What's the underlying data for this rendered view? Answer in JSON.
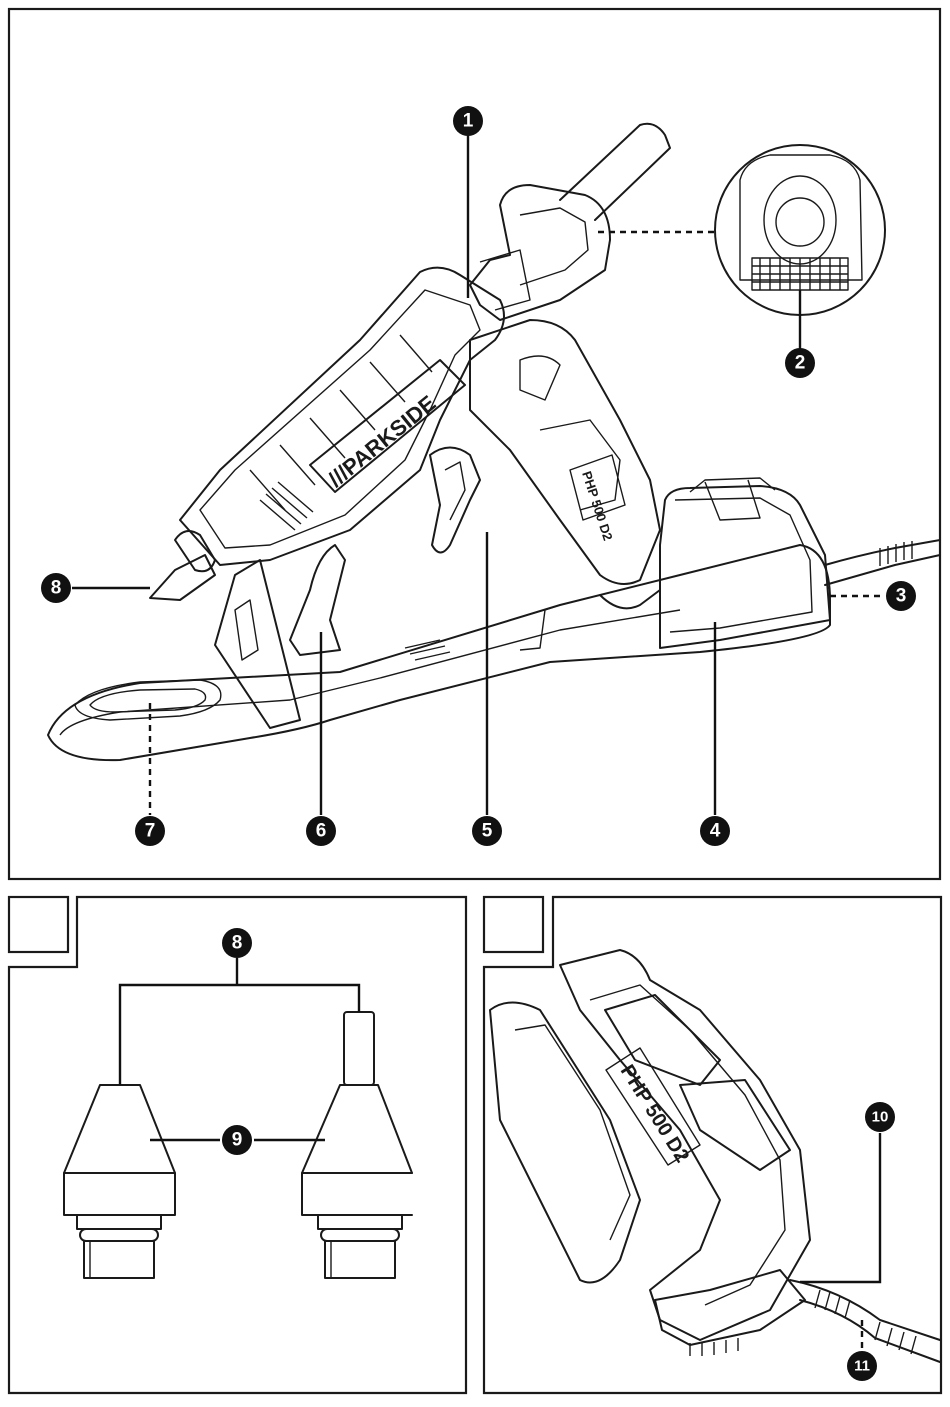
{
  "figure_top": {
    "brand_label": "///PARKSIDE",
    "model_label": "PHP 500 D2",
    "callouts": [
      "1",
      "2",
      "3",
      "4",
      "5",
      "6",
      "7",
      "8"
    ]
  },
  "figure_nozzles": {
    "callouts": [
      "8",
      "9"
    ]
  },
  "figure_detail": {
    "model_label": "PHP 500 D2",
    "callouts": [
      "10",
      "11"
    ]
  }
}
